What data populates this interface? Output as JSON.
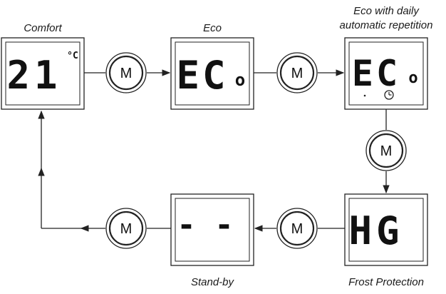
{
  "states": {
    "comfort": {
      "caption": "Comfort",
      "display_main": "21",
      "display_unit": "°C"
    },
    "eco": {
      "caption": "Eco",
      "display_main": "EC",
      "display_small": "o"
    },
    "eco_daily": {
      "caption_line1": "Eco with daily",
      "caption_line2": "automatic repetition",
      "display_main": "EC",
      "display_small": "o",
      "indicator_icon": "clock-icon"
    },
    "frost": {
      "caption": "Frost Protection",
      "display_main": "HG"
    },
    "standby": {
      "caption": "Stand-by",
      "display_main": "- -"
    }
  },
  "mode_button": {
    "label": "M"
  }
}
